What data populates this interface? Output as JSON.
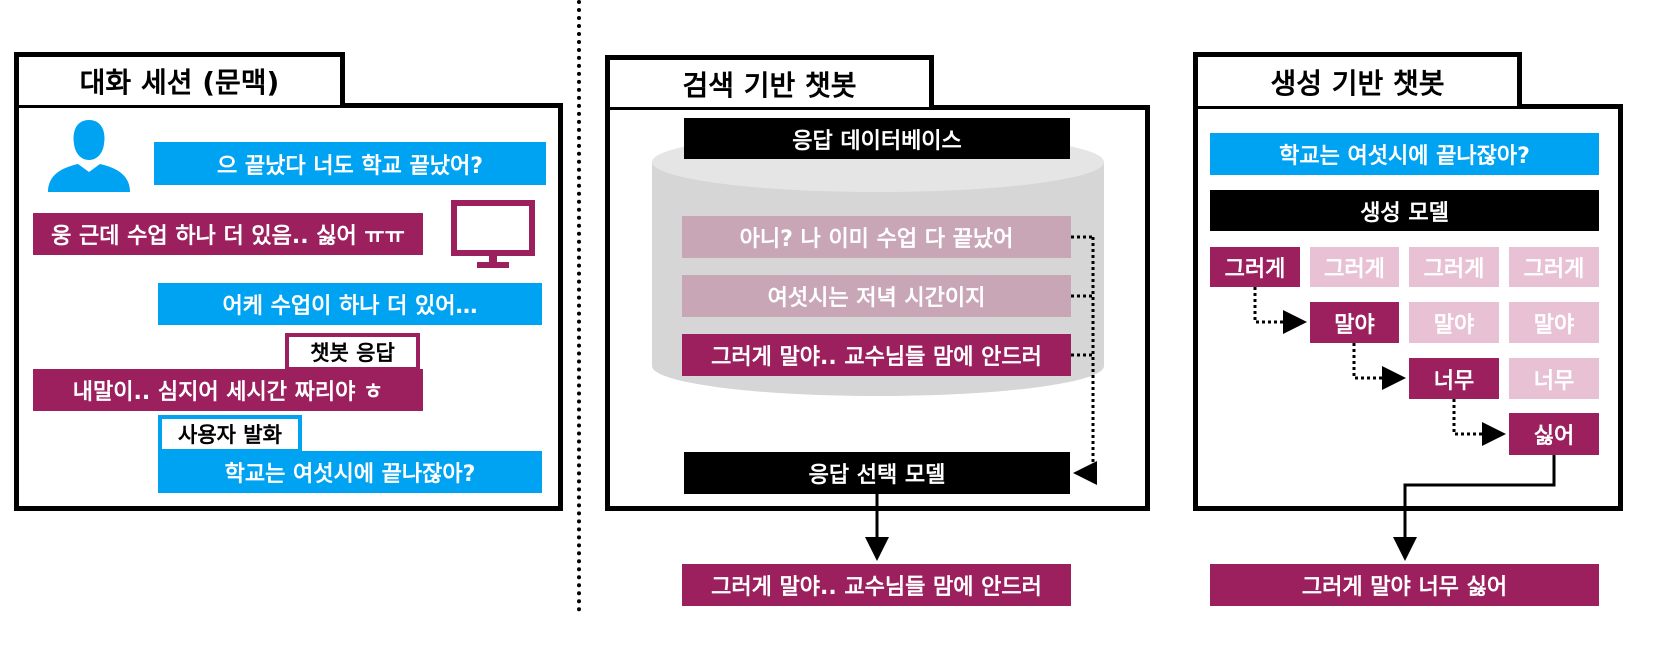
{
  "colors": {
    "blue": "#00a2f2",
    "purple": "#9c1f5e",
    "pink": "#c9a6b5",
    "light_pink": "#e8c2d4",
    "black": "#000000"
  },
  "dialogue": {
    "title": "대화 세션 (문맥)",
    "user_icon": "user-silhouette-icon",
    "bot_icon": "monitor-icon",
    "messages": [
      {
        "speaker": "user",
        "text": "으 끝났다 너도 학교 끝났어?"
      },
      {
        "speaker": "bot",
        "text": "웅 근데 수업 하나 더 있음.. 싫어 ㅠㅠ"
      },
      {
        "speaker": "user",
        "text": "어케 수업이 하나 더 있어…"
      },
      {
        "speaker": "bot",
        "text": "내말이.. 심지어 세시간 짜리야 ㅎ"
      },
      {
        "speaker": "user",
        "text": "학교는 여섯시에 끝나잖아?"
      }
    ],
    "bot_tag": "챗봇 응답",
    "user_tag": "사용자 발화"
  },
  "retrieval": {
    "title": "검색 기반 챗봇",
    "db_label": "응답 데이터베이스",
    "candidates": [
      "아니? 나 이미 수업 다 끝났어",
      "여섯시는 저녁 시간이지",
      "그러게 말야.. 교수님들 맘에 안드러"
    ],
    "selector_label": "응답 선택 모델",
    "output": "그러게 말야.. 교수님들 맘에 안드러"
  },
  "generative": {
    "title": "생성 기반 챗봇",
    "input": "학교는 여섯시에 끝나잖아?",
    "model_label": "생성 모델",
    "rows": [
      [
        "그러게",
        "그러게",
        "그러게",
        "그러게"
      ],
      [
        "말야",
        "말야",
        "말야"
      ],
      [
        "너무",
        "너무"
      ],
      [
        "싫어"
      ]
    ],
    "output": "그러게 말야 너무 싫어"
  }
}
